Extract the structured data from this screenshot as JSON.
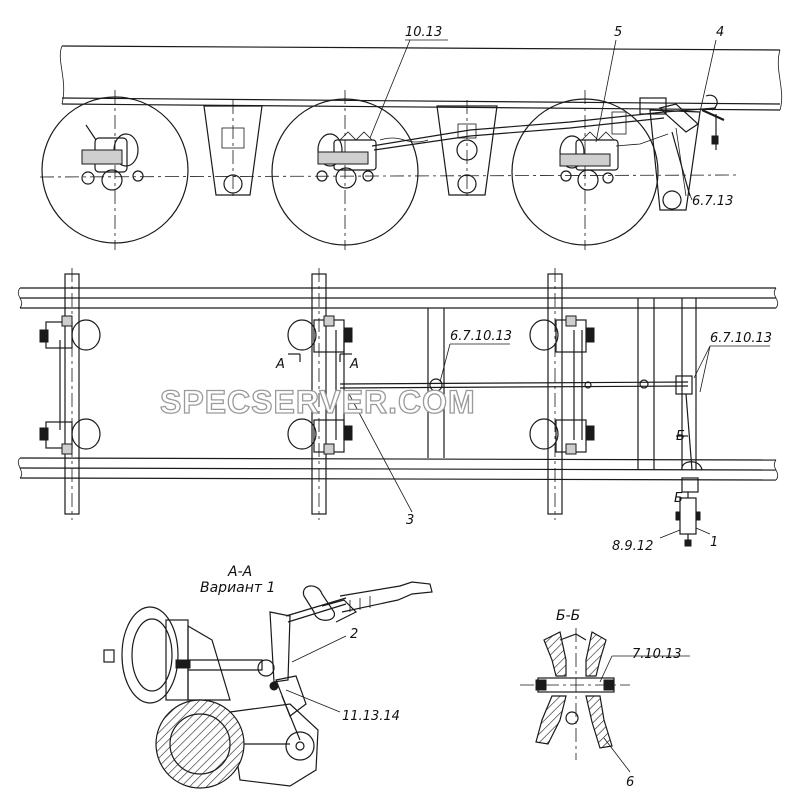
{
  "labels": {
    "l_10_13": "10.13",
    "l_5": "5",
    "l_4": "4",
    "l_6_7_13": "6.7.13",
    "l_6_7_10_13_a": "6.7.10.13",
    "l_6_7_10_13_b": "6.7.10.13",
    "l_A_left": "A",
    "l_A_right": "A",
    "l_B_top": "Б",
    "l_B_bottom": "Б",
    "l_3": "3",
    "l_1": "1",
    "l_8_9_12": "8.9.12",
    "l_2": "2",
    "l_11_13_14": "11.13.14",
    "l_7_10_13": "7.10.13",
    "l_6": "6"
  },
  "sections": {
    "aa_title": "А-А",
    "aa_subtitle": "Вариант 1",
    "bb_title": "Б-Б"
  },
  "watermark": "SPECSERVER.COM",
  "colors": {
    "line": "#1a1a1a",
    "watermark_stroke": "#9a9a9a",
    "background": "#ffffff"
  }
}
